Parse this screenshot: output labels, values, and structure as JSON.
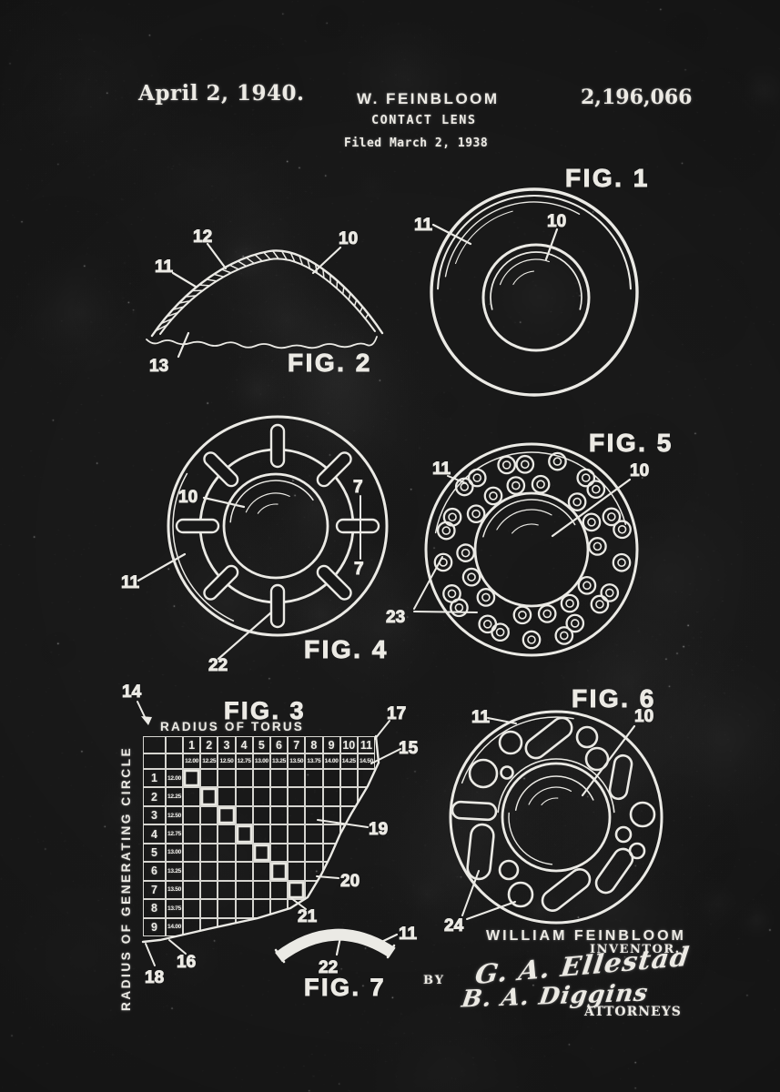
{
  "header": {
    "date": "April 2, 1940.",
    "inventor": "W. FEINBLOOM",
    "patent_number": "2,196,066",
    "title": "CONTACT LENS",
    "filed": "Filed March 2, 1938"
  },
  "figures": {
    "fig1": {
      "title": "FIG. 1",
      "refs": {
        "r11": "11",
        "r10": "10"
      }
    },
    "fig2": {
      "title": "FIG. 2",
      "refs": {
        "r12": "12",
        "r10": "10",
        "r11": "11",
        "r13": "13"
      }
    },
    "fig3": {
      "title": "FIG. 3",
      "table_title": "RADIUS OF TORUS",
      "axis_title": "RADIUS OF GENERATING CIRCLE",
      "col_headers": [
        "1",
        "2",
        "3",
        "4",
        "5",
        "6",
        "7",
        "8",
        "9",
        "10",
        "11"
      ],
      "col_values": [
        "12.00",
        "12.25",
        "12.50",
        "12.75",
        "13.00",
        "13.25",
        "13.50",
        "13.75",
        "14.00",
        "14.25",
        "14.50"
      ],
      "rows": [
        {
          "num": "1",
          "value": "12.00"
        },
        {
          "num": "2",
          "value": "12.25"
        },
        {
          "num": "3",
          "value": "12.50"
        },
        {
          "num": "4",
          "value": "12.75"
        },
        {
          "num": "5",
          "value": "13.00"
        },
        {
          "num": "6",
          "value": "13.25"
        },
        {
          "num": "7",
          "value": "13.50"
        },
        {
          "num": "8",
          "value": "13.75"
        },
        {
          "num": "9",
          "value": "14.00"
        }
      ],
      "refs": {
        "r14": "14",
        "r15": "15",
        "r16": "16",
        "r17": "17",
        "r18": "18",
        "r19": "19",
        "r20": "20",
        "r21": "21"
      }
    },
    "fig4": {
      "title": "FIG. 4",
      "refs": {
        "r10": "10",
        "r7a": "7",
        "r7b": "7",
        "r11": "11",
        "r22": "22"
      }
    },
    "fig5": {
      "title": "FIG. 5",
      "refs": {
        "r11": "11",
        "r10": "10",
        "r23": "23"
      }
    },
    "fig6": {
      "title": "FIG. 6",
      "refs": {
        "r11": "11",
        "r10": "10",
        "r24": "24"
      }
    },
    "fig7": {
      "title": "FIG. 7",
      "refs": {
        "r11": "11",
        "r22": "22"
      }
    }
  },
  "footer": {
    "inventor_name": "WILLIAM FEINBLOOM",
    "inventor_caption": "INVENTOR.",
    "by": "BY",
    "signature_1": "G. A. Ellestad",
    "signature_2": "B. A. Diggins",
    "attorneys": "ATTORNEYS"
  }
}
